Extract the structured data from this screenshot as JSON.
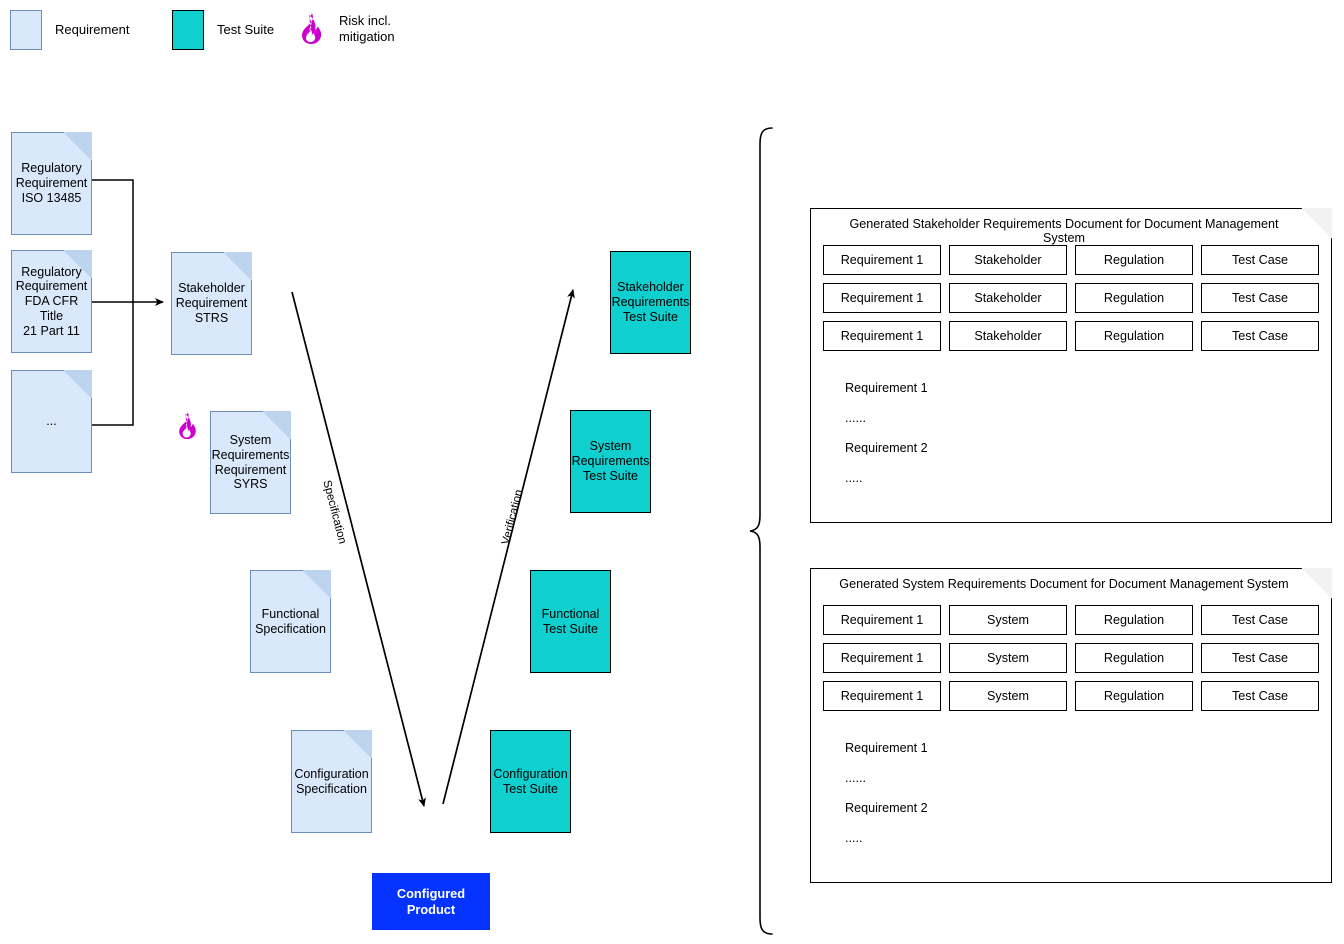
{
  "legend": {
    "items": [
      {
        "name": "requirement",
        "icon": "document-icon",
        "label": "Requirement",
        "color": "#dae8fc"
      },
      {
        "name": "test-suite",
        "icon": "square-icon",
        "label": "Test Suite",
        "color": "#0fcfcf"
      },
      {
        "name": "risk",
        "icon": "flame-icon",
        "label": "Risk incl.\nmitigation",
        "color": "#cc00cc"
      }
    ]
  },
  "diagram": {
    "regulatory_1": "Regulatory\nRequirement\nISO 13485",
    "regulatory_2": "Regulatory\nRequirement\nFDA CFR Title\n21 Part 11",
    "regulatory_3": "...",
    "stakeholder_req": "Stakeholder\nRequirement\nSTRS",
    "system_req": "System\nRequirements\nRequirement\nSYRS",
    "functional_spec": "Functional\nSpecification",
    "configuration_spec": "Configuration\nSpecification",
    "stakeholder_test": "Stakeholder\nRequirements\nTest Suite",
    "system_test": "System\nRequirements\nTest Suite",
    "functional_test": "Functional\nTest Suite",
    "configuration_test": "Configuration\nTest Suite",
    "configured_product": "Configured Product",
    "edge_specification": "Specification",
    "edge_verification": "Verification"
  },
  "panels": [
    {
      "id": "stakeholder-requirements-document",
      "title": "Generated Stakeholder Requirements Document for Document Management System",
      "rows": [
        [
          "Requirement 1",
          "Stakeholder",
          "Regulation",
          "Test Case"
        ],
        [
          "Requirement 1",
          "Stakeholder",
          "Regulation",
          "Test Case"
        ],
        [
          "Requirement 1",
          "Stakeholder",
          "Regulation",
          "Test Case"
        ]
      ],
      "body": [
        "Requirement 1",
        "......",
        "Requirement 2",
        "....."
      ]
    },
    {
      "id": "system-requirements-document",
      "title": "Generated System Requirements Document for Document Management System",
      "rows": [
        [
          "Requirement 1",
          "System",
          "Regulation",
          "Test Case"
        ],
        [
          "Requirement 1",
          "System",
          "Regulation",
          "Test Case"
        ],
        [
          "Requirement 1",
          "System",
          "Regulation",
          "Test Case"
        ]
      ],
      "body": [
        "Requirement 1",
        "......",
        "Requirement 2",
        "....."
      ]
    }
  ],
  "colors": {
    "requirement_fill": "#dae8fc",
    "requirement_stroke": "#6c8ebf",
    "test_suite_fill": "#0fcfcf",
    "product_fill": "#0433ff",
    "risk_icon": "#cc00cc"
  }
}
